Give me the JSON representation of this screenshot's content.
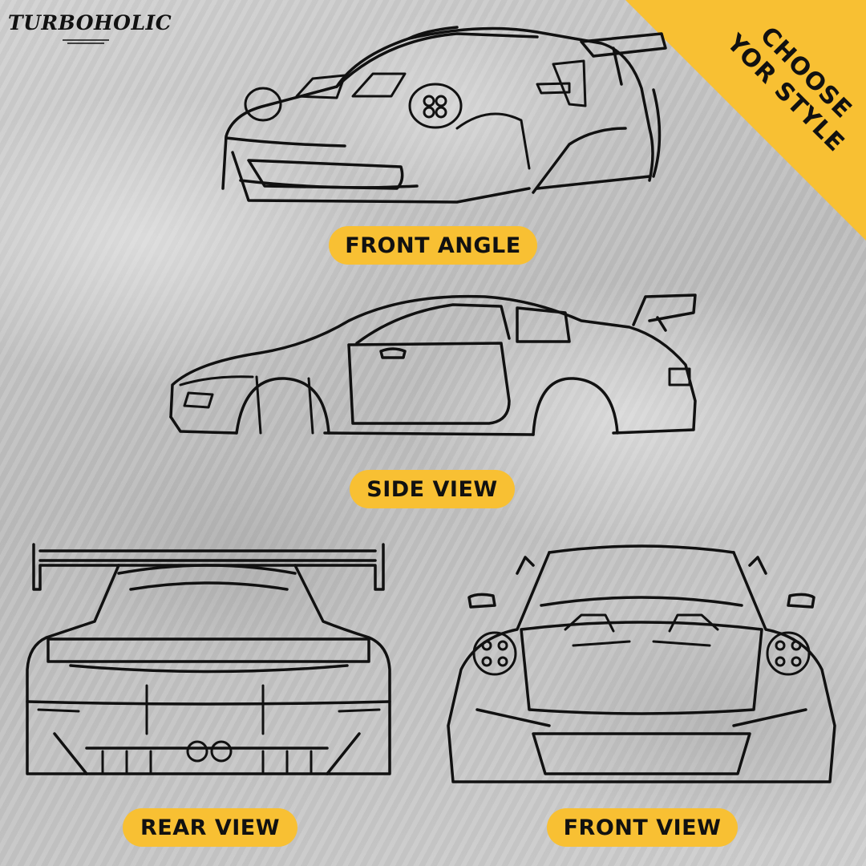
{
  "brand": {
    "name": "TURBOHOLIC"
  },
  "badge": {
    "line1": "CHOOSE",
    "line2": "YOR STYLE"
  },
  "views": {
    "front_angle": {
      "label": "FRONT ANGLE"
    },
    "side": {
      "label": "SIDE VIEW"
    },
    "rear": {
      "label": "REAR VIEW"
    },
    "front": {
      "label": "FRONT VIEW"
    }
  },
  "colors": {
    "accent": "#f8c033",
    "line": "#111111",
    "background": "#c9c9c9"
  },
  "icons": {
    "logo_tire": "tire-icon"
  }
}
